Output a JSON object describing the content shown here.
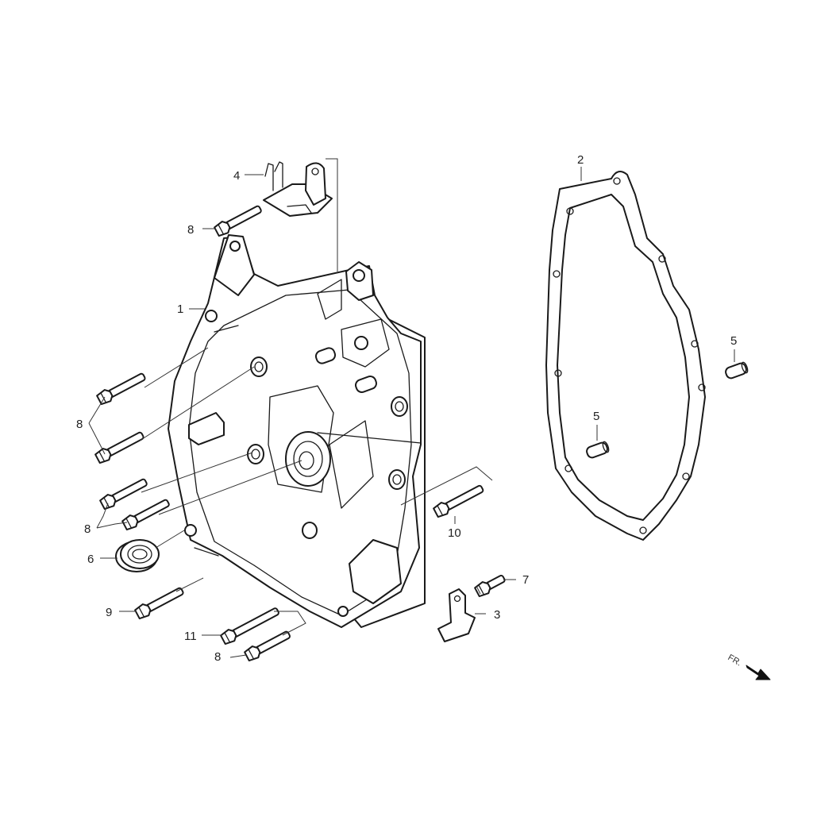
{
  "callouts": {
    "c1": "1",
    "c2": "2",
    "c3": "3",
    "c4": "4",
    "c5a": "5",
    "c5b": "5",
    "c6": "6",
    "c7": "7",
    "c8a": "8",
    "c8b": "8",
    "c8c": "8",
    "c8d": "8",
    "c9": "9",
    "c10": "10",
    "c11": "11"
  },
  "direction": {
    "label": "FR."
  },
  "icons": {
    "front_arrow": "arrow-down-right-icon"
  }
}
